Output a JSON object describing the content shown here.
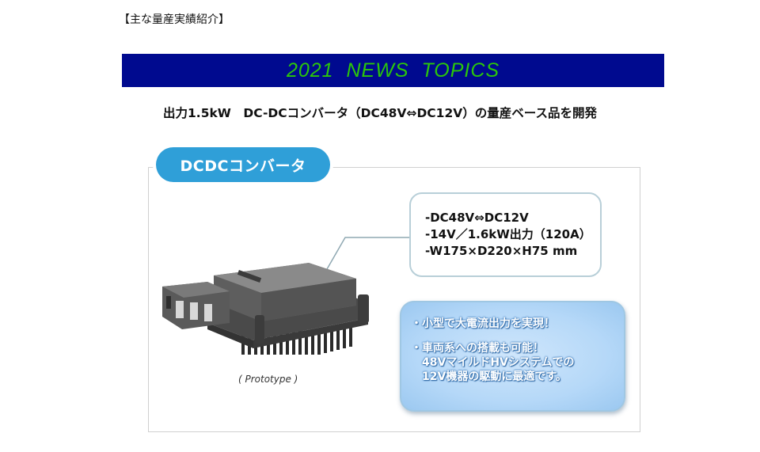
{
  "page": {
    "section_title": "【主な量産実績紹介】",
    "banner_title": "2021 NEWS  TOPICS",
    "headline": "出力1.5kW　DC-DCコンバータ（DC48V⇔DC12V）の量産ベース品を開発"
  },
  "product_panel": {
    "label": "DCDCコンバータ",
    "specs": [
      "-DC48V⇔DC12V",
      "-14V／1.6kW出力（120A）",
      "-W175×D220×H75 mm"
    ],
    "features": [
      {
        "bullet": "・",
        "lines": [
          "小型で大電流出力を実現！"
        ]
      },
      {
        "bullet": "・",
        "lines": [
          "車両系への搭載も可能！",
          "48VマイルドHVシステムでの",
          "12V機器の駆動に最適です。"
        ]
      }
    ],
    "caption": "( Prototype )",
    "image_label": "converter-prototype-render"
  },
  "colors": {
    "banner_bg": "#000a8f",
    "banner_text": "#2bc70a",
    "pill_bg": "#2f9fd8",
    "feature_bg": "#b5d8f8"
  }
}
